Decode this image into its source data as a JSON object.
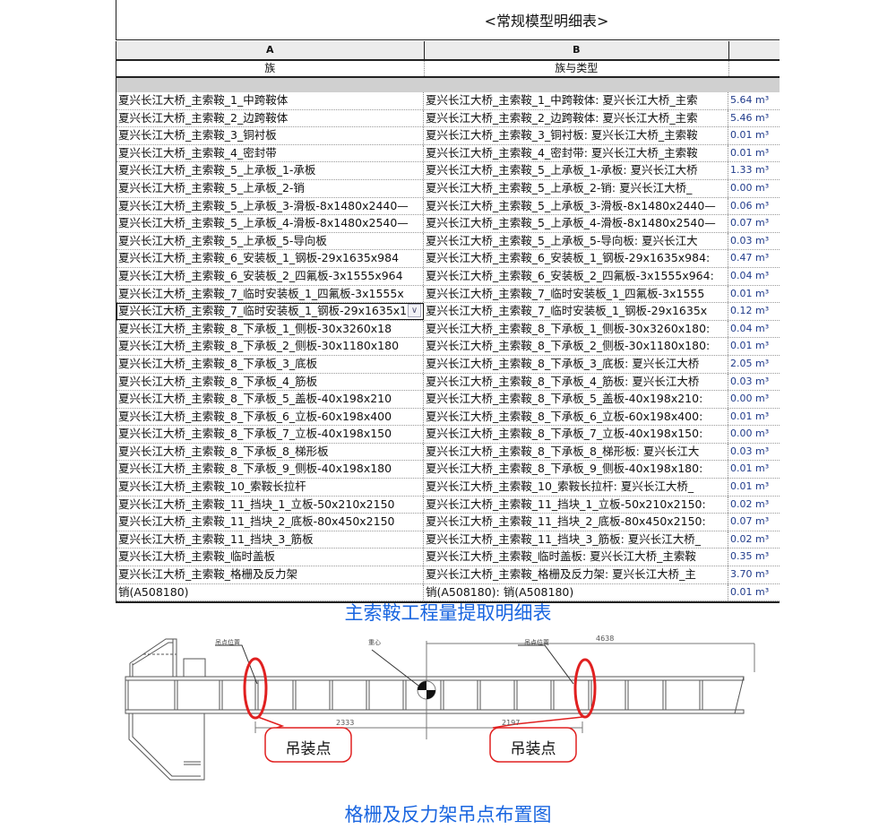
{
  "schedule": {
    "title": "<常规模型明细表>",
    "column_letters": [
      "A",
      "B",
      ""
    ],
    "column_headers": [
      "族",
      "族与类型",
      ""
    ],
    "selected_row_index": 12,
    "rows": [
      {
        "family": "夏兴长江大桥_主索鞍_1_中跨鞍体",
        "family_type": "夏兴长江大桥_主索鞍_1_中跨鞍体: 夏兴长江大桥_主索",
        "volume": "5.64 m³"
      },
      {
        "family": "夏兴长江大桥_主索鞍_2_边跨鞍体",
        "family_type": "夏兴长江大桥_主索鞍_2_边跨鞍体: 夏兴长江大桥_主索",
        "volume": "5.46 m³"
      },
      {
        "family": "夏兴长江大桥_主索鞍_3_铜衬板",
        "family_type": "夏兴长江大桥_主索鞍_3_铜衬板: 夏兴长江大桥_主索鞍",
        "volume": "0.01 m³"
      },
      {
        "family": "夏兴长江大桥_主索鞍_4_密封带",
        "family_type": "夏兴长江大桥_主索鞍_4_密封带: 夏兴长江大桥_主索鞍",
        "volume": "0.01 m³"
      },
      {
        "family": "夏兴长江大桥_主索鞍_5_上承板_1-承板",
        "family_type": "夏兴长江大桥_主索鞍_5_上承板_1-承板: 夏兴长江大桥",
        "volume": "1.33 m³"
      },
      {
        "family": "夏兴长江大桥_主索鞍_5_上承板_2-销",
        "family_type": "夏兴长江大桥_主索鞍_5_上承板_2-销: 夏兴长江大桥_",
        "volume": "0.00 m³"
      },
      {
        "family": "夏兴长江大桥_主索鞍_5_上承板_3-滑板-8x1480x2440—",
        "family_type": "夏兴长江大桥_主索鞍_5_上承板_3-滑板-8x1480x2440—",
        "volume": "0.06 m³"
      },
      {
        "family": "夏兴长江大桥_主索鞍_5_上承板_4-滑板-8x1480x2540—",
        "family_type": "夏兴长江大桥_主索鞍_5_上承板_4-滑板-8x1480x2540—",
        "volume": "0.07 m³"
      },
      {
        "family": "夏兴长江大桥_主索鞍_5_上承板_5-导向板",
        "family_type": "夏兴长江大桥_主索鞍_5_上承板_5-导向板: 夏兴长江大",
        "volume": "0.03 m³"
      },
      {
        "family": "夏兴长江大桥_主索鞍_6_安装板_1_钢板-29x1635x984",
        "family_type": "夏兴长江大桥_主索鞍_6_安装板_1_钢板-29x1635x984:",
        "volume": "0.47 m³"
      },
      {
        "family": "夏兴长江大桥_主索鞍_6_安装板_2_四氟板-3x1555x964",
        "family_type": "夏兴长江大桥_主索鞍_6_安装板_2_四氟板-3x1555x964:",
        "volume": "0.04 m³"
      },
      {
        "family": "夏兴长江大桥_主索鞍_7_临时安装板_1_四氟板-3x1555x",
        "family_type": "夏兴长江大桥_主索鞍_7_临时安装板_1_四氟板-3x1555",
        "volume": "0.01 m³"
      },
      {
        "family": "夏兴长江大桥_主索鞍_7_临时安装板_1_钢板-29x1635x1",
        "family_type": "夏兴长江大桥_主索鞍_7_临时安装板_1_钢板-29x1635x",
        "volume": "0.12 m³"
      },
      {
        "family": "夏兴长江大桥_主索鞍_8_下承板_1_侧板-30x3260x18",
        "family_type": "夏兴长江大桥_主索鞍_8_下承板_1_侧板-30x3260x180:",
        "volume": "0.04 m³"
      },
      {
        "family": "夏兴长江大桥_主索鞍_8_下承板_2_侧板-30x1180x180",
        "family_type": "夏兴长江大桥_主索鞍_8_下承板_2_侧板-30x1180x180:",
        "volume": "0.01 m³"
      },
      {
        "family": "夏兴长江大桥_主索鞍_8_下承板_3_底板",
        "family_type": "夏兴长江大桥_主索鞍_8_下承板_3_底板: 夏兴长江大桥",
        "volume": "2.05 m³"
      },
      {
        "family": "夏兴长江大桥_主索鞍_8_下承板_4_筋板",
        "family_type": "夏兴长江大桥_主索鞍_8_下承板_4_筋板: 夏兴长江大桥",
        "volume": "0.03 m³"
      },
      {
        "family": "夏兴长江大桥_主索鞍_8_下承板_5_盖板-40x198x210",
        "family_type": "夏兴长江大桥_主索鞍_8_下承板_5_盖板-40x198x210:",
        "volume": "0.00 m³"
      },
      {
        "family": "夏兴长江大桥_主索鞍_8_下承板_6_立板-60x198x400",
        "family_type": "夏兴长江大桥_主索鞍_8_下承板_6_立板-60x198x400:",
        "volume": "0.01 m³"
      },
      {
        "family": "夏兴长江大桥_主索鞍_8_下承板_7_立板-40x198x150",
        "family_type": "夏兴长江大桥_主索鞍_8_下承板_7_立板-40x198x150:",
        "volume": "0.00 m³"
      },
      {
        "family": "夏兴长江大桥_主索鞍_8_下承板_8_梯形板",
        "family_type": "夏兴长江大桥_主索鞍_8_下承板_8_梯形板: 夏兴长江大",
        "volume": "0.03 m³"
      },
      {
        "family": "夏兴长江大桥_主索鞍_8_下承板_9_侧板-40x198x180",
        "family_type": "夏兴长江大桥_主索鞍_8_下承板_9_侧板-40x198x180:",
        "volume": "0.01 m³"
      },
      {
        "family": "夏兴长江大桥_主索鞍_10_索鞍长拉杆",
        "family_type": "夏兴长江大桥_主索鞍_10_索鞍长拉杆: 夏兴长江大桥_",
        "volume": "0.01 m³"
      },
      {
        "family": "夏兴长江大桥_主索鞍_11_挡块_1_立板-50x210x2150",
        "family_type": "夏兴长江大桥_主索鞍_11_挡块_1_立板-50x210x2150:",
        "volume": "0.02 m³"
      },
      {
        "family": "夏兴长江大桥_主索鞍_11_挡块_2_底板-80x450x2150",
        "family_type": "夏兴长江大桥_主索鞍_11_挡块_2_底板-80x450x2150:",
        "volume": "0.07 m³"
      },
      {
        "family": "夏兴长江大桥_主索鞍_11_挡块_3_筋板",
        "family_type": "夏兴长江大桥_主索鞍_11_挡块_3_筋板: 夏兴长江大桥_",
        "volume": "0.02 m³"
      },
      {
        "family": "夏兴长江大桥_主索鞍_临时盖板",
        "family_type": "夏兴长江大桥_主索鞍_临时盖板: 夏兴长江大桥_主索鞍",
        "volume": "0.35 m³"
      },
      {
        "family": "夏兴长江大桥_主索鞍_格栅及反力架",
        "family_type": "夏兴长江大桥_主索鞍_格栅及反力架: 夏兴长江大桥_主",
        "volume": "3.70 m³"
      },
      {
        "family": "销(A508180)",
        "family_type": "销(A508180): 销(A508180)",
        "volume": "0.01 m³"
      }
    ]
  },
  "captions": {
    "schedule_caption": "主索鞍工程量提取明细表",
    "diagram_caption": "格栅及反力架吊点布置图"
  },
  "diagram": {
    "leader_labels": {
      "lift_point_left": "吊点位置",
      "center_of_gravity": "重心",
      "lift_point_right": "吊点位置"
    },
    "dimensions": {
      "left_span": "2333",
      "right_span": "2197",
      "overall_right": "4638"
    },
    "callouts": [
      "吊装点",
      "吊装点"
    ],
    "colors": {
      "callout": "#e02020",
      "caption": "#1a66e0",
      "drawing_line": "#555555"
    }
  }
}
